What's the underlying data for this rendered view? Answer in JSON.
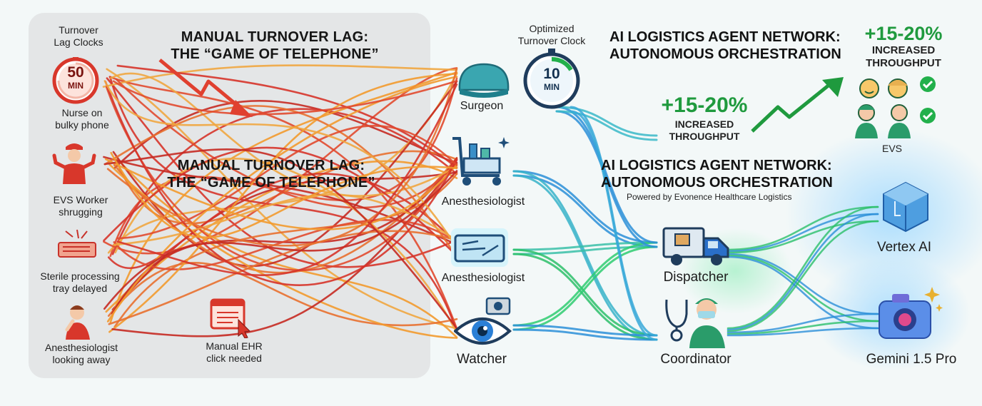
{
  "left": {
    "title_top_line1": "MANUAL TURNOVER LAG:",
    "title_top_line2": "THE “GAME OF TELEPHONE”",
    "title_mid_line1": "MANUAL TURNOVER LAG:",
    "title_mid_line2": "THE “GAME OF TELEPHONE”",
    "clocks_label_line1": "Turnover",
    "clocks_label_line2": "Lag Clocks",
    "clock_value": "50",
    "clock_unit": "MIN",
    "nurse_line1": "Nurse on",
    "nurse_line2": "bulky phone",
    "evs_line1": "EVS Worker",
    "evs_line2": "shrugging",
    "sterile_line1": "Sterile processing",
    "sterile_line2": "tray delayed",
    "anes_line1": "Anesthesiologist",
    "anes_line2": "looking away",
    "ehr_line1": "Manual EHR",
    "ehr_line2": "click needed"
  },
  "middle": {
    "surgeon": "Surgeon",
    "anesthesiologist_1": "Anesthesiologist",
    "anesthesiologist_2": "Anesthesiologist",
    "watcher": "Watcher",
    "clock_label_line1": "Optimized",
    "clock_label_line2": "Turnover Clock",
    "clock_value": "10",
    "clock_unit": "MIN"
  },
  "right": {
    "title_top_line1": "AI LOGISTICS AGENT NETWORK:",
    "title_top_line2": "AUTONOMOUS ORCHESTRATION",
    "title_mid_line1": "AI LOGISTICS AGENT NETWORK:",
    "title_mid_line2": "AUTONOMOUS ORCHESTRATION",
    "powered_by": "Powered by Evonence Healthcare Logistics",
    "throughput_big": "+15-20%",
    "throughput_line1": "INCREASED",
    "throughput_line2": "THROUGHPUT",
    "throughput_big_top": "+15-20%",
    "throughput_top_line1": "INCREASED",
    "throughput_top_line2": "THROUGHPUT",
    "evs": "EVS",
    "dispatcher": "Dispatcher",
    "coordinator": "Coordinator",
    "vertex": "Vertex AI",
    "gemini": "Gemini 1.5 Pro"
  },
  "colors": {
    "panel_bg": "#e4e6e7",
    "lag_red": "#d6342a",
    "lag_orange": "#f29a2e",
    "ai_blue": "#2a8fd8",
    "ai_green": "#2bbf6a",
    "growth_green": "#1f9a3e"
  }
}
